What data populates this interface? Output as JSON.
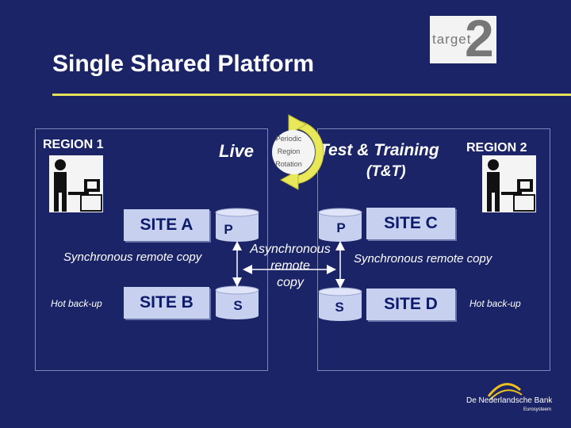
{
  "title": "Single Shared Platform",
  "logo": {
    "word": "target",
    "digit": "2"
  },
  "region1": {
    "label": "REGION  1",
    "site_a": "SITE  A",
    "site_b": "SITE  B",
    "hot_backup": "Hot back-up",
    "sync_copy": "Synchronous remote copy"
  },
  "region2": {
    "label": "REGION  2",
    "site_c": "SITE  C",
    "site_d": "SITE  D",
    "hot_backup": "Hot back-up",
    "sync_copy": "Synchronous remote copy"
  },
  "live": "Live",
  "rotation": {
    "line1": "Periodic",
    "line2": "Region",
    "line3": "Rotation"
  },
  "test_training": {
    "line1": "Test & Training",
    "line2": "(T&T)"
  },
  "async": {
    "line1": "Asynchronous",
    "line2": "remote",
    "line3": "copy"
  },
  "db": {
    "primary": "P",
    "secondary": "S"
  },
  "footer": {
    "bank": "De Nederlandsche Bank",
    "sub": "Eurosysteem"
  },
  "colors": {
    "background": "#1a2466",
    "accent_rule": "#e3e05a",
    "site_box": "#c8d0f0",
    "rotation_arrow": "#e8e85a"
  }
}
